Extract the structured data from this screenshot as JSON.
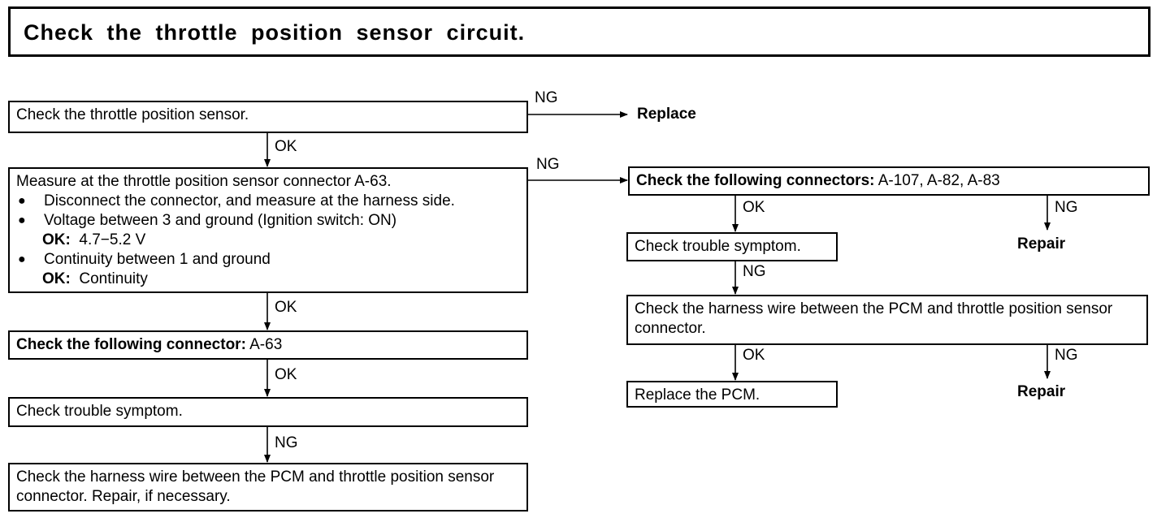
{
  "title": "Check the throttle position sensor circuit.",
  "left": {
    "step1": "Check the throttle position sensor.",
    "step1_ng": "NG",
    "replace": "Replace",
    "ok1": "OK",
    "measure": {
      "line1": "Measure at the throttle position sensor connector A-63.",
      "bullet1": "Disconnect the connector, and measure at the harness side.",
      "bullet2": "Voltage between 3 and ground (Ignition switch: ON)",
      "ok_label_1": "OK:",
      "ok_value_1": "4.7−5.2 V",
      "bullet3": "Continuity between 1 and ground",
      "ok_label_2": "OK:",
      "ok_value_2": "Continuity"
    },
    "measure_ng": "NG",
    "ok2": "OK",
    "connector_label": "Check the following connector:",
    "connector_value": " A-63",
    "ok3": "OK",
    "trouble": "Check trouble symptom.",
    "ng4": "NG",
    "harness": "Check the harness wire between the PCM and throttle position sensor connector. Repair, if necessary."
  },
  "right": {
    "connectors_label": "Check the following connectors:",
    "connectors_value": " A-107, A-82, A-83",
    "ok1": "OK",
    "ng1": "NG",
    "repair1": "Repair",
    "trouble": "Check trouble symptom.",
    "ng2": "NG",
    "harness": "Check the harness wire between the PCM and throttle position sensor connector.",
    "ok3": "OK",
    "ng3": "NG",
    "replace_pcm": "Replace the PCM.",
    "repair2": "Repair"
  }
}
